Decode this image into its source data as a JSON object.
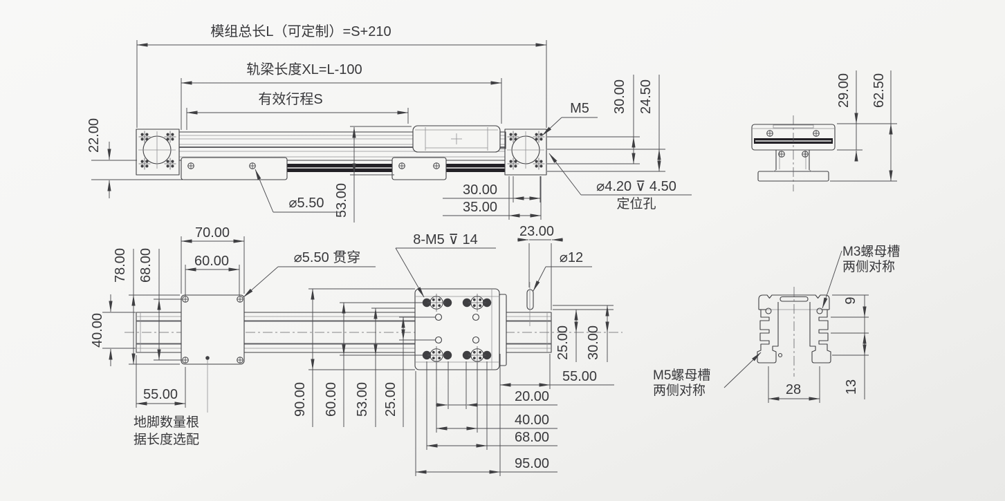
{
  "colors": {
    "background": "#f5f5f3",
    "line_main": "#3f3f42",
    "line_light": "#8f8f92",
    "belt_dark": "#232126"
  },
  "side_view": {
    "dim_total_length": "模组总长L（可定制）=S+210",
    "dim_rail_length": "轨梁长度XL=L-100",
    "dim_effective_stroke": "有效行程S",
    "dim_22": "22.00",
    "dim_53": "53.00",
    "dia_5_50": "⌀5.50",
    "label_m5": "M5",
    "dim_30_right": "30.00",
    "dim_24_50": "24.50",
    "locating_hole_spec": "⌀4.20 ⊽ 4.50",
    "locating_hole_name": "定位孔",
    "dim_30_bottom": "30.00",
    "dim_35": "35.00"
  },
  "end_view": {
    "dim_29": "29.00",
    "dim_62_50": "62.50"
  },
  "plan_view": {
    "dim_70": "70.00",
    "dim_60_top": "60.00",
    "dia_5_50_through": "⌀5.50 贯穿",
    "dim_78": "78.00",
    "dim_68_left": "68.00",
    "dim_40_left": "40.00",
    "dim_55_left": "55.00",
    "thread_spec_8_m5": "8-M5 ⊽ 14",
    "dim_23": "23.00",
    "dia_12": "⌀12",
    "dim_25_right": "25.00",
    "dim_30_right": "30.00",
    "dim_55_right": "55.00",
    "dim_20": "20.00",
    "dim_40_bottom": "40.00",
    "dim_68_bottom": "68.00",
    "dim_95": "95.00",
    "dim_90": "90.00",
    "dim_60_bottom": "60.00",
    "dim_53_bottom": "53.00",
    "dim_25_bottom": "25.00",
    "note_feet_line1": "地脚数量根",
    "note_feet_line2": "据长度选配"
  },
  "profile_view": {
    "m3_slot_line1": "M3螺母槽",
    "m3_slot_line2": "两侧对称",
    "m5_slot_line1": "M5螺母槽",
    "m5_slot_line2": "两侧对称",
    "dim_9": "9",
    "dim_28": "28",
    "dim_13": "13"
  }
}
